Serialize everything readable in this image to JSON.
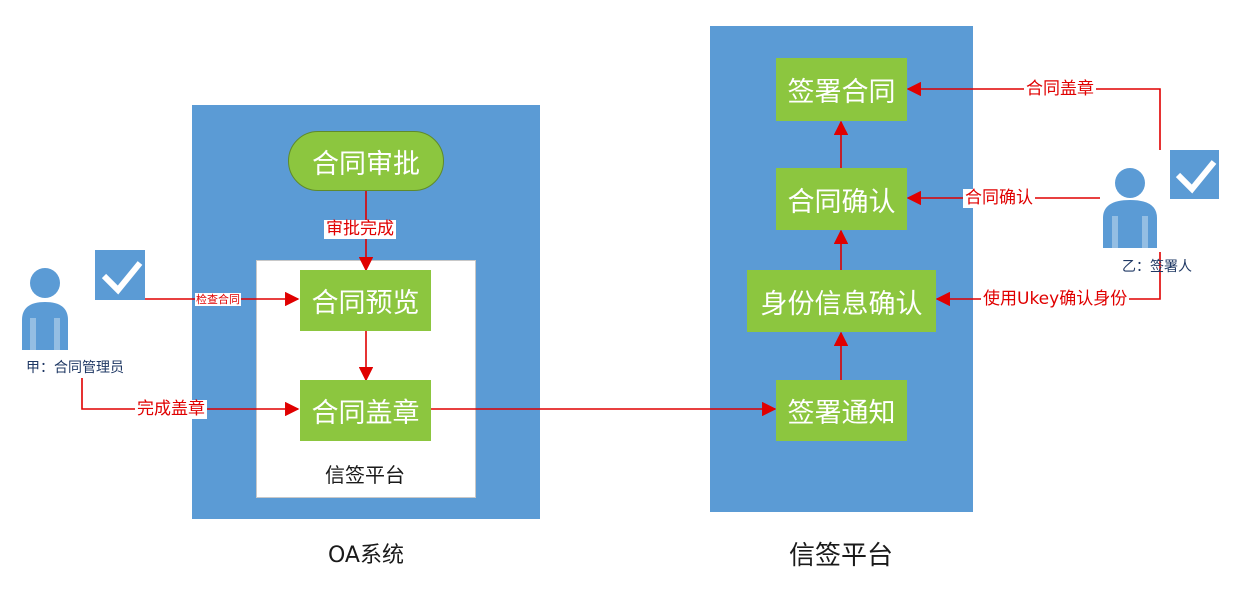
{
  "oa_panel": {
    "caption": "OA系统",
    "approval_node": "合同审批",
    "approval_done": "审批完成",
    "inner_caption": "信签平台",
    "preview_node": "合同预览",
    "seal_node": "合同盖章"
  },
  "platform_panel": {
    "caption": "信签平台",
    "notify_node": "签署通知",
    "identity_node": "身份信息确认",
    "confirm_node": "合同确认",
    "sign_node": "签署合同"
  },
  "party_a": {
    "label": "甲：合同管理员",
    "check_action": "检查合同",
    "seal_action": "完成盖章"
  },
  "party_b": {
    "label": "乙：签署人",
    "seal_action": "合同盖章",
    "confirm_action": "合同确认",
    "ukey_action": "使用Ukey确认身份"
  },
  "colors": {
    "panel": "#5b9bd5",
    "node": "#8cc63f",
    "arrow": "#e00000",
    "person": "#5b9bd5"
  },
  "icons": [
    "person-icon",
    "checkbox-icon"
  ]
}
